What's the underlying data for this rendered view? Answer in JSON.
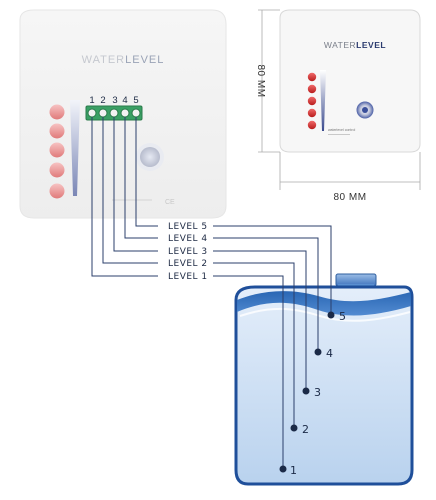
{
  "brand": {
    "water": "WATER",
    "level": "LEVEL"
  },
  "panel_small": {
    "brand_water": "WATER",
    "brand_level": "LEVEL"
  },
  "terminal_numbers": [
    "1",
    "2",
    "3",
    "4",
    "5"
  ],
  "level_labels": [
    "LEVEL 5",
    "LEVEL 4",
    "LEVEL 3",
    "LEVEL 2",
    "LEVEL 1"
  ],
  "dimensions": {
    "width": "80 MM",
    "height": "80 MM"
  },
  "ce_mark": "CE",
  "tank_probes": [
    "5",
    "4",
    "3",
    "2",
    "1"
  ],
  "colors": {
    "wire": "#2b3f6b",
    "led": "#e05a5a",
    "terminal": "#2f9a5a",
    "water": "#c9dcf2",
    "tank_outline": "#1f4f9a"
  }
}
